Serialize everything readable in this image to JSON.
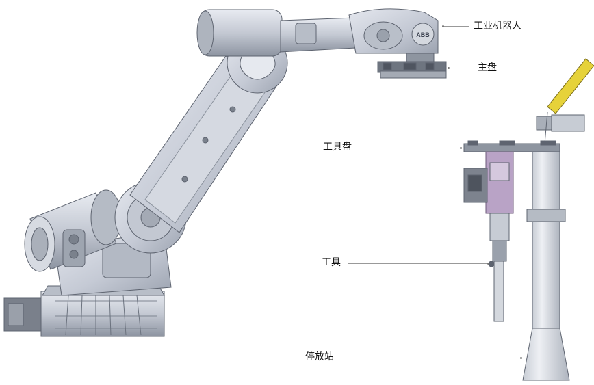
{
  "labels": {
    "robot": "工业机器人",
    "master_plate": "主盘",
    "tool_plate": "工具盘",
    "tool": "工具",
    "docking_station": "停放站"
  },
  "brand_mark": "ABB",
  "colors": {
    "robot_body": "#c9ced8",
    "robot_shadow": "#9aa1ae",
    "robot_dark": "#6f7682",
    "station_body": "#d4d8de",
    "tool_frame": "#b9a3c6",
    "sensor_yellow": "#e6d23a",
    "leader_line": "#999999"
  }
}
